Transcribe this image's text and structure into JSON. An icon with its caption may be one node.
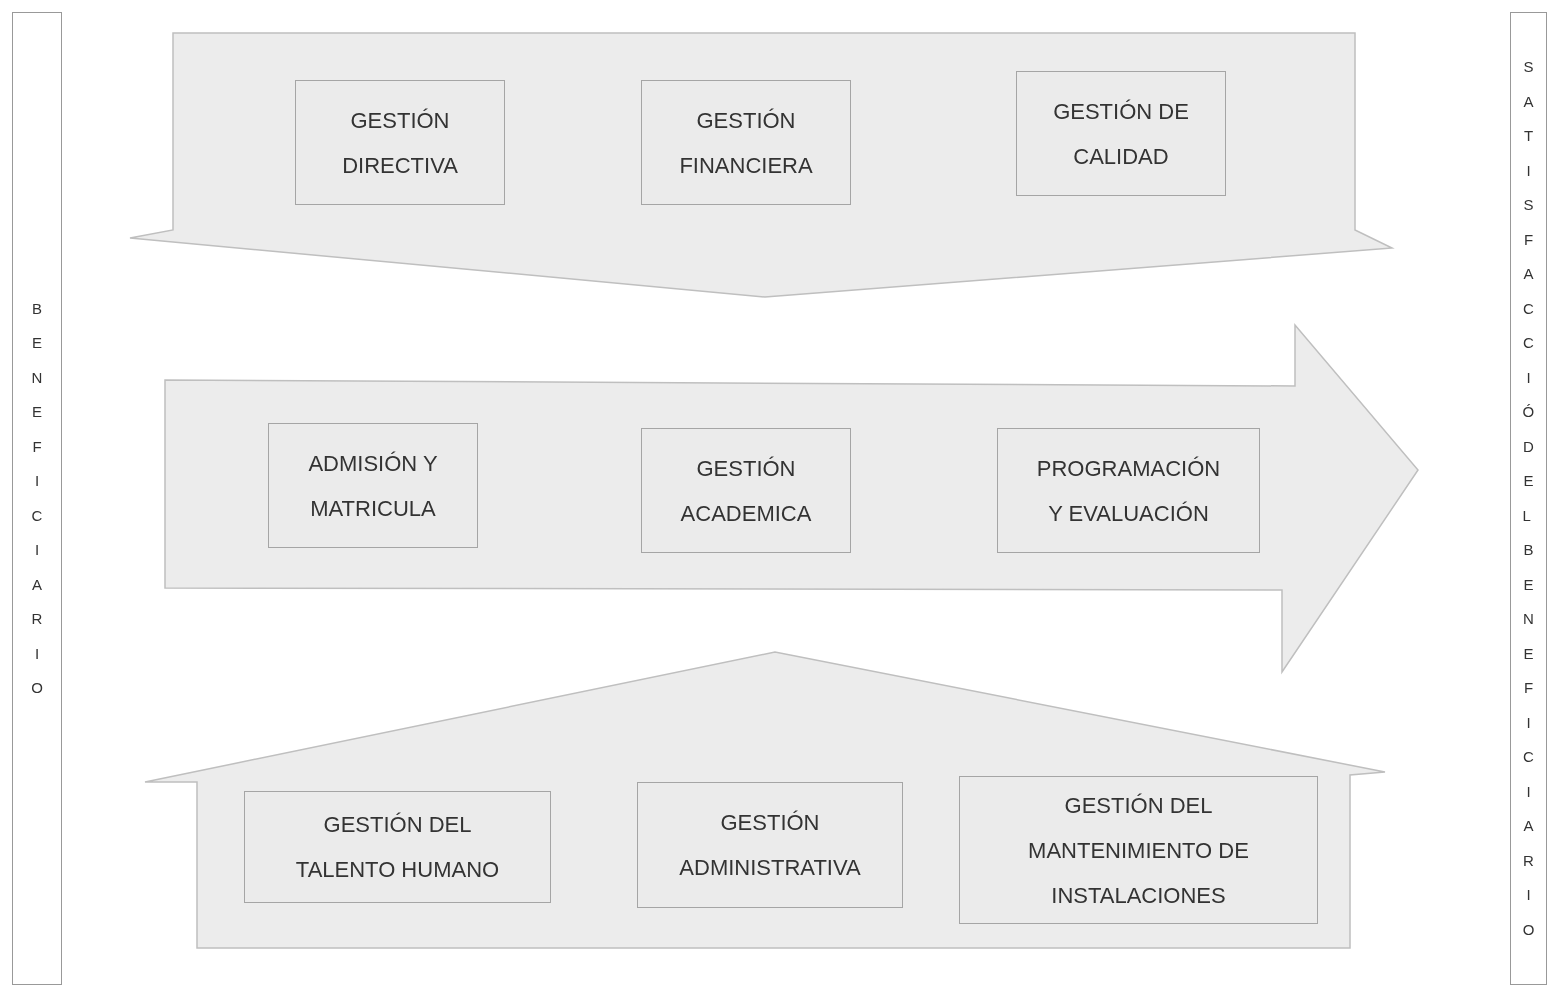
{
  "diagram": {
    "nodes": [
      {
        "text": [
          "BENEFICIARIO"
        ]
      },
      {
        "text": [],
        "shape": "pentagon"
      },
      {
        "text": [
          "GESTIÓN DIRECTIVA"
        ],
        "in": 1
      },
      {
        "text": [
          "GESTIÓN FINANCIERA"
        ],
        "in": 1
      },
      {
        "text": [
          "GESTIÓN DE CALIDAD"
        ],
        "in": 1
      },
      {
        "text": [],
        "shape": "arrow"
      },
      {
        "text": [
          "ADMISIÓN Y MATRICULA"
        ],
        "in": 5
      },
      {
        "text": [
          "GESTIÓN ACADEMICA"
        ],
        "in": 5
      },
      {
        "text": [
          "PROGRAMACIÓN Y EVALUACIÓN"
        ],
        "in": 5
      },
      {
        "text": [],
        "shape": "pentagon"
      },
      {
        "text": [
          "GESTIÓN DEL TALENTO HUMANO"
        ],
        "in": 9
      },
      {
        "text": [
          "GESTIÓN ADMINISTRATIVA"
        ],
        "in": 9
      },
      {
        "text": [
          "GESTIÓN DEL MANTENIMIENTO DE INSTALACIONES"
        ],
        "in": 9
      },
      {
        "text": [
          "SATISFACCIÓ DEL BENEFICIARIO"
        ]
      }
    ]
  }
}
